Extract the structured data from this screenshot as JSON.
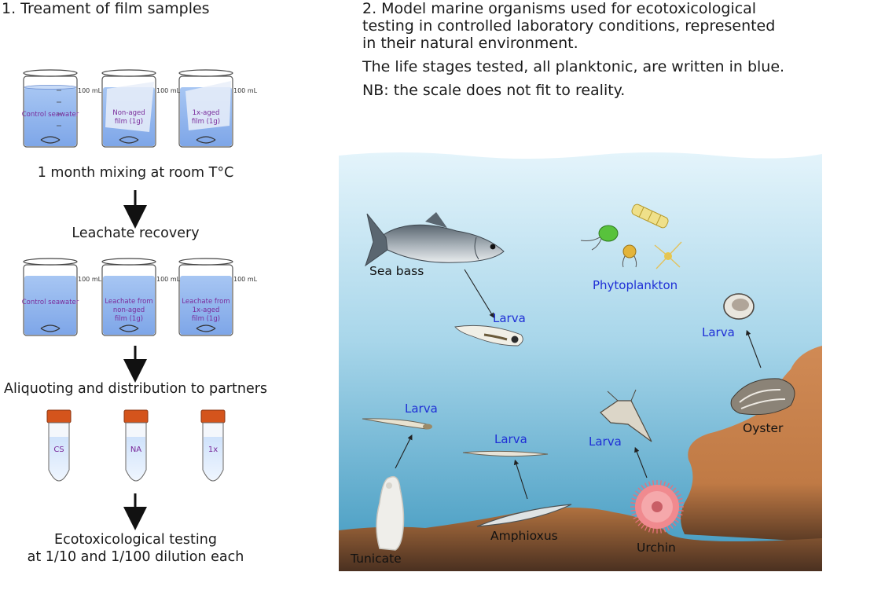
{
  "left": {
    "title": "1. Treament of film samples",
    "volume_label": "100 mL",
    "beakers_top": [
      "Control seawater",
      "Non-aged|film (1g)",
      "1x-aged|film (1g)"
    ],
    "step_mixing": "1 month mixing at room T°C",
    "step_recovery": "Leachate recovery",
    "beakers_bottom": [
      "Control seawater",
      "Leachate from|non-aged|film (1g)",
      "Leachate from|1x-aged|film (1g)"
    ],
    "step_aliquot": "Aliquoting and distribution to partners",
    "tubes": [
      "CS",
      "NA",
      "1x"
    ],
    "step_test_1": "Ecotoxicological testing",
    "step_test_2": "at 1/10 and 1/100 dilution each"
  },
  "right": {
    "title_1": "2. Model marine organisms used for ecotoxicological",
    "title_2": "testing in controlled laboratory conditions, represented",
    "title_3": "in their natural environment.",
    "note_blue": "The life stages tested, all planktonic, are written in blue.",
    "note_scale": "NB: the scale does not fit to reality.",
    "organisms": {
      "sea_bass": "Sea bass",
      "phytoplankton": "Phytoplankton",
      "oyster": "Oyster",
      "urchin": "Urchin",
      "amphioxus": "Amphioxus",
      "tunicate": "Tunicate",
      "larva": "Larva"
    }
  },
  "colors": {
    "water_top": "#dff2fb",
    "water_bottom": "#4aa2c6",
    "rock": "#c8844f",
    "seabed_dark": "#4f3422",
    "beaker_liquid": "#8fb6f0",
    "tube_cap": "#d4541c",
    "label_purple": "#7a2a9a",
    "larva_blue": "#1f2fd6"
  }
}
